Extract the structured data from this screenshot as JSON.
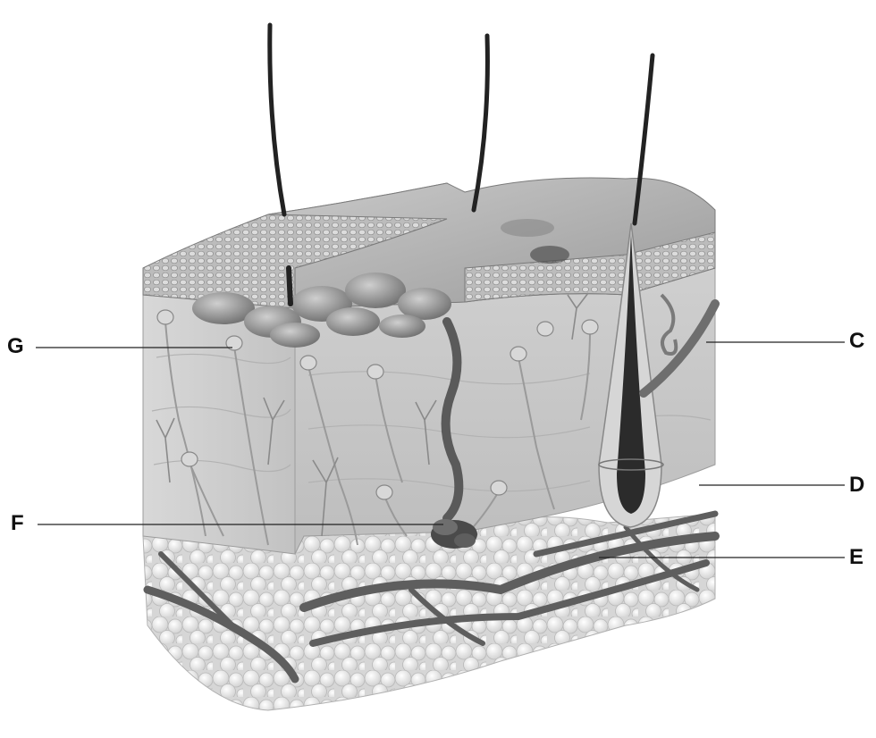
{
  "labels": {
    "g": "G",
    "f": "F",
    "c": "C",
    "d": "D",
    "e": "E"
  },
  "colors": {
    "background": "#ffffff",
    "tissue_dark": "#5e5e5e",
    "tissue_mid": "#a8a8a8",
    "tissue_light": "#d9d9d9",
    "fat": "#e8e8e8",
    "hair": "#222222",
    "leader_line": "#222222"
  }
}
